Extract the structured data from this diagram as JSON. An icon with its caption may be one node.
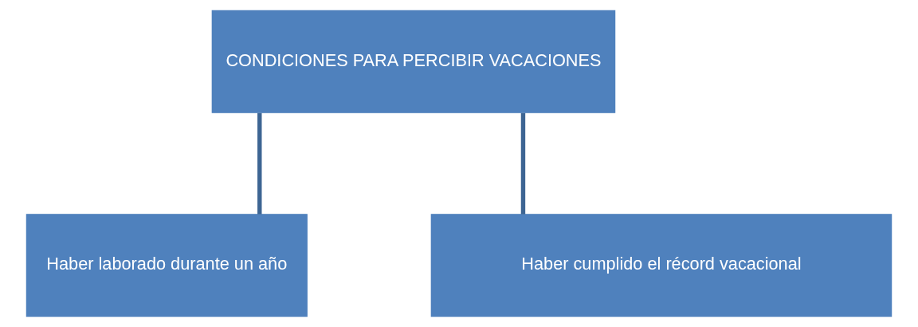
{
  "diagram": {
    "nodes": [
      {
        "text": [
          "CONDICIONES PARA PERCIBIR VACACIONES"
        ]
      },
      {
        "text": [
          "Haber laborado durante un año"
        ]
      },
      {
        "text": [
          "Haber cumplido el récord vacacional"
        ]
      }
    ],
    "edges": [
      {
        "from": 0,
        "to": 1,
        "arrow": "none"
      },
      {
        "from": 0,
        "to": 2,
        "arrow": "none"
      }
    ]
  }
}
